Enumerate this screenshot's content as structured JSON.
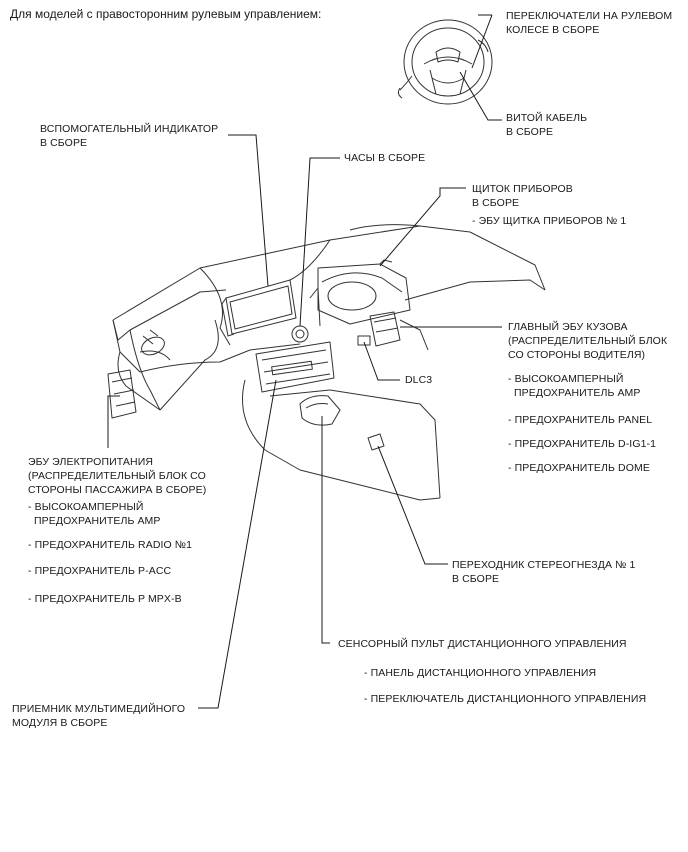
{
  "header": "Для моделей с правосторонним рулевым управлением:",
  "labels": {
    "steering_switches": "ПЕРЕКЛЮЧАТЕЛИ НА РУЛЕВОМ\nКОЛЕСЕ В СБОРЕ",
    "spiral_cable": "ВИТОЙ КАБЕЛЬ\nВ СБОРЕ",
    "aux_indicator": "ВСПОМОГАТЕЛЬНЫЙ ИНДИКАТОР\nВ СБОРЕ",
    "clock": "ЧАСЫ В СБОРЕ",
    "combination_meter": "ЩИТОК ПРИБОРОВ\nВ СБОРЕ",
    "meter_ecu": "- ЭБУ ЩИТКА ПРИБОРОВ № 1",
    "main_body_ecu": "ГЛАВНЫЙ ЭБУ КУЗОВА\n(РАСПРЕДЕЛИТЕЛЬНЫЙ БЛОК\nСО СТОРОНЫ ВОДИТЕЛЯ)",
    "dlc3": "DLC3",
    "ecu_high_amp": "- ВЫСОКОАМПЕРНЫЙ\n  ПРЕДОХРАНИТЕЛЬ AMP",
    "fuse_panel": "- ПРЕДОХРАНИТЕЛЬ PANEL",
    "fuse_dig1": "- ПРЕДОХРАНИТЕЛЬ D-IG1-1",
    "fuse_dome": "- ПРЕДОХРАНИТЕЛЬ DOME",
    "power_ecu": "ЭБУ ЭЛЕКТРОПИТАНИЯ\n(РАСПРЕДЕЛИТЕЛЬНЫЙ БЛОК СО\nСТОРОНЫ ПАССАЖИРА В СБОРЕ)",
    "power_high_amp": "- ВЫСОКОАМПЕРНЫЙ\n  ПРЕДОХРАНИТЕЛЬ AMP",
    "fuse_radio": "- ПРЕДОХРАНИТЕЛЬ RADIO №1",
    "fuse_pacc": "- ПРЕДОХРАНИТЕЛЬ P-ACC",
    "fuse_pmpxb": "- ПРЕДОХРАНИТЕЛЬ P MPX-B",
    "stereo_jack": "ПЕРЕХОДНИК СТЕРЕОГНЕЗДА № 1\nВ СБОРЕ",
    "touch_remote": "СЕНСОРНЫЙ ПУЛЬТ ДИСТАНЦИОННОГО УПРАВЛЕНИЯ",
    "remote_panel": "- ПАНЕЛЬ ДИСТАНЦИОННОГО УПРАВЛЕНИЯ",
    "remote_switch": "- ПЕРЕКЛЮЧАТЕЛЬ ДИСТАНЦИОННОГО УПРАВЛЕНИЯ",
    "multimedia_receiver": "ПРИЕМНИК МУЛЬТИМЕДИЙНОГО\nМОДУЛЯ В СБОРЕ"
  },
  "colors": {
    "line": "#1a1a1a",
    "drawing": "#333333"
  }
}
